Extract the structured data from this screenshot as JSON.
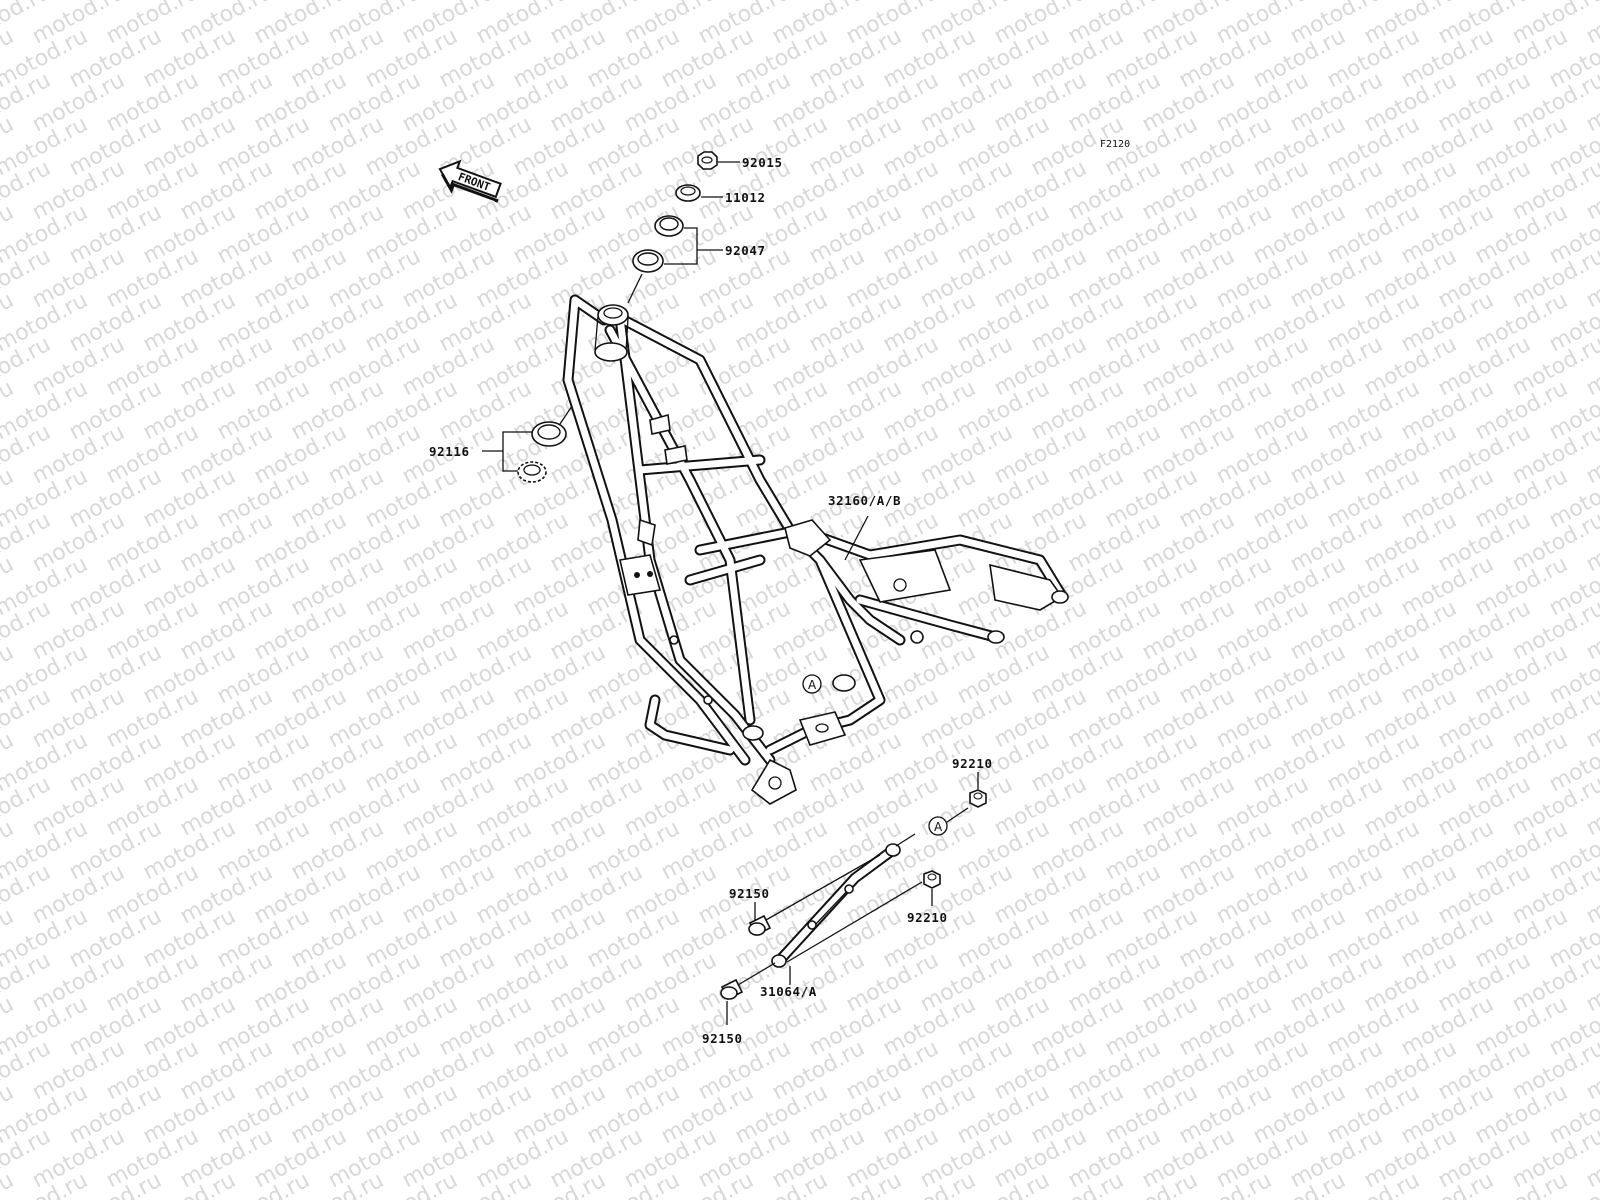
{
  "figure_code": "F2120",
  "front_arrow_label": "FRONT",
  "watermark_text": "motod.ru",
  "ref_marker": "A",
  "callouts": {
    "nut_top": "92015",
    "race_top": "11012",
    "bearing_cups": "92047",
    "lower_bearing": "92116",
    "frame": "32160/A/B",
    "collar_right_top": "92210",
    "collar_right_bottom": "92210",
    "collar_left_top": "92150",
    "frame_rail": "31064/A",
    "collar_left_bottom": "92150"
  }
}
